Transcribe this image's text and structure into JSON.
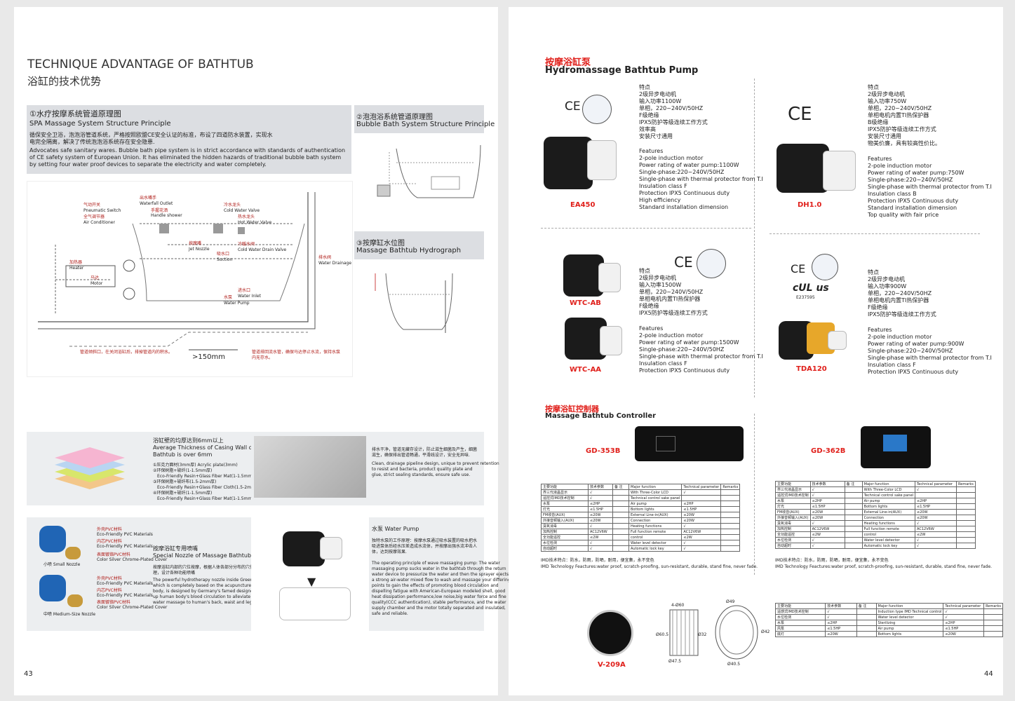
{
  "left": {
    "title_en": "TECHNIQUE ADVANTAGE OF BATHTUB",
    "title_cn": "浴缸的技术优势",
    "sec1_cn": "①水疗按摩系统管道原理图",
    "sec1_en": "SPA Massage System Structure Principle",
    "sec1_text_cn1": "循保安全卫浴，泡泡浴管道系统，严格按照欧盟CE安全认证的标准，布设了四道防水装置，实现水",
    "sec1_text_cn2": "电完全隔离，解决了传统泡泡浴系统存在安全隐患.",
    "sec1_text_en1": "Advocates safe sanitary wares. Bubble bath pipe system is in strict accordance with standards of authentication",
    "sec1_text_en2": "of CE safety system of European Union. It has eliminated the hidden hazards of traditional bubble bath system",
    "sec1_text_en3": "by setting four water proof devices to separate the electricity and water completely.",
    "sec2_cn": "②泡泡浴系统管道原理图",
    "sec2_en": "Bubble Bath System Structure Principle",
    "sec3_cn": "③按摩缸水位图",
    "sec3_en": "Massage Bathtub Hydrograph",
    "diag_labels": [
      "气动开关",
      "Pneumatic Switch",
      "出水嘴手",
      "Waterfall Outlet",
      "手握花洒",
      "Handle shower",
      "冷水龙头",
      "Cold Water Valve",
      "全气调节器",
      "Air Conditioner",
      "热水龙头",
      "Hot Water Valve",
      "冷暖水阀",
      "Cold Water Drain Valve",
      "排水阀",
      "Water Drainage",
      "吸水口",
      "Suction",
      "按摩嘴",
      "Jet Nozzle",
      "马达",
      "Motor",
      "加热器",
      "Heater",
      "进水口",
      "Water Inlet",
      "水泵",
      "Water Pump"
    ],
    "diag_dim": ">150mm",
    "diag_note_left": "管道倾斜口，在关闭浴缸后，排掉管道内的积水。",
    "diag_note_right": "管道排回流水管，确保马达停止水流，保持水泵内无存水。",
    "shell_cn": "浴缸壁的均厚达到6mm以上",
    "shell_en1": "Average Thickness of Casing Wall on Massage",
    "shell_en2": "Bathtub is over 6mm",
    "shell_layers": [
      "①压克力面材(3mm厚) Acrylic plate(3mm)",
      "②环保树脂+玻纤(1-1.5mm厚)",
      "Eco-Friendly Resin+Glass Fiber Mat(1-1.5mm)",
      "③环保树脂+玻纤布(1.5-2mm厚)",
      "Eco-Friendly Resin+Glass Fiber Cloth(1.5-2mm)",
      "④环保树脂+玻纤(1-1.5mm厚)",
      "Eco-Friendly Resin+Glass Fiber Mat(1-1.5mm)"
    ],
    "pipe_text": [
      "排水干净，管道无藏存设计，防止滋生细菌及产生，细菌滋生，确保排出管道畅通，平滑线设计，安全无异味.",
      "Clean, drainage pipeline design, unique to prevent retention",
      "to resist and bacteria, product quality plate and",
      "glue, strict sealing standards, ensure safe use."
    ],
    "nozzle_cn": "按摩浴缸专用喷嘴",
    "nozzle_en": "Special Nozzle of Massage Bathtub",
    "nozzle_text": [
      "按摩浴缸内部的穴位按摩，根据人体各部分分布的穴位原理，设计各种功能喷嘴",
      "The powerful hydrotherapy nozzle inside Green massage bathtub,",
      "which is completely based on the acupuncture points of human",
      "body, is designed by Germany's famed designer. It can speed",
      "up human body's blood circulation to alleviate fatigue by strong",
      "water massage to human's back, waist and legs."
    ],
    "nozzle_small_label": "小喷 Small Nozzle",
    "nozzle_med_label": "中喷 Medium-Size Nozzle",
    "nozzle_parts": [
      "外壳PVC材料",
      "Eco-Friendly PVC Materials",
      "内芯PVC材料",
      "Eco-Friendly PVC Materials",
      "表面镀铬PVC材料",
      "Color Silver Chrome-Plated Cover"
    ],
    "pump_title": "水泵 Water Pump",
    "pump_text": [
      "独特水泵的工作原理：按摩水泵通过吸水装置的吸水把水吸进泵体后经水压差造成水流体，并按摩出强水流冲击人体，达到按摩效果.",
      "The operating principle of wave massaging pump: The water",
      "massaging pump sucks water in the bathtub through the return",
      "water device to pressurize the water and then the sprayer ejects",
      "a strong air-water mixed flow to wash and massage your differing",
      "points to gain the effects of promoting blood circulation and",
      "dispelling fatigue with American-European modeled shell, good",
      "heat dissipation performance,low noise,big water force and fine",
      "quality(CCC authentication), stable performance, and the water",
      "supply chamber and the motor totally separated and insulated,",
      "safe and reliable."
    ],
    "page_no": "43"
  },
  "right": {
    "pump_cn": "按摩浴缸泵",
    "pump_en": "Hydromassage Bathtub Pump",
    "ea450_name": "EA450",
    "ea450_cn": [
      "特点",
      "2级异步电动机",
      "输入功率1100W",
      "单相，220~240V/50HZ",
      "F级绝缘",
      "IPX5防护等级连续工作方式",
      "效率高",
      "安装尺寸通用"
    ],
    "ea450_en": [
      "Features",
      "2-pole induction motor",
      "Power rating of water pump:1100W",
      "Single-phase:220~240V/50HZ",
      "Single-phase with thermal protector from T.I",
      "Insulation class F",
      "Protection IPX5 Continuous duty",
      "High efficiency",
      "Standard installation dimension"
    ],
    "dh10_name": "DH1.0",
    "dh10_cn": [
      "特点",
      "2级异步电动机",
      "输入功率750W",
      "单相，220~240V/50HZ",
      "单相电机内置TI热保护器",
      "B级绝缘",
      "IPX5防护等级连续工作方式",
      "安装尺寸通用",
      "物美价廉，具有较高性价比。"
    ],
    "dh10_en": [
      "Features",
      "2-pole induction motor",
      "Power rating of water pump:750W",
      "Single-phase:220~240V/50HZ",
      "Single-phase with thermal protector from T.I",
      "Insulation class B",
      "Protection IPX5 Continuous duty",
      "Standard installation dimension",
      "Top quality with fair price"
    ],
    "wtc_ab_name": "WTC-AB",
    "wtc_aa_name": "WTC-AA",
    "wtc_cn": [
      "特点",
      "2级异步电动机",
      "输入功率1500W",
      "单相，220~240V/50HZ",
      "单相电机内置TI热保护器",
      "F级绝缘",
      "IPX5防护等级连续工作方式"
    ],
    "wtc_en": [
      "Features",
      "2-pole induction motor",
      "Power rating of water pump:1500W",
      "Single-phase:220~240V/50HZ",
      "Single-phase with thermal protector from T.I",
      "Insulation class F",
      "Protection IPX5 Continuous duty"
    ],
    "tda120_name": "TDA120",
    "tda120_cn": [
      "特点",
      "2级异步电动机",
      "输入功率900W",
      "单相，220~240V/50HZ",
      "单相电机内置TI热保护器",
      "F级绝缘",
      "IPX5防护等级连续工作方式"
    ],
    "tda120_en": [
      "Features",
      "2-pole induction motor",
      "Power rating of water pump:900W",
      "Single-phase:220~240V/50HZ",
      "Single-phase with thermal protector from T.I",
      "Insulation class F",
      "Protection IPX5 Continuous duty"
    ],
    "ce_mark": "CE",
    "ul_cert": "E237595",
    "ctrl_cn": "按摩浴缸控制器",
    "ctrl_en": "Massage Bathtub Controller",
    "gd353b_name": "GD-353B",
    "gd362b_name": "GD-362B",
    "v209a_name": "V-209A",
    "ctrl_note_cn": "IMD技术特点：防水，防雨，防晒，耐用，便宜集，永不变色",
    "ctrl_note_en": "IMD Technology Feactures:water proof, scratch-proofing, sun-resistant, durable, stand fine, never fade.",
    "ctrl_table_header": [
      "主要功能",
      "技术参数",
      "备 注",
      "Major function",
      "Technical parameter",
      "Remarks"
    ],
    "ctrl_table_rows": [
      [
        "界三代液晶显示",
        "√",
        "",
        "With Three-Color LCD",
        "√",
        ""
      ],
      [
        "遥控式IMD技术控制",
        "√",
        "",
        "Technical control sake panel",
        "",
        ""
      ],
      [
        "水泵",
        "≤2HP",
        "",
        "Air pump",
        "≤2HP",
        ""
      ],
      [
        "灯光",
        "≤1.5HP",
        "",
        "Bottom lights",
        "≤1.5HP",
        ""
      ],
      [
        "FM收音(AUX)",
        "≤20W",
        "",
        "External Line-in(AUX)",
        "≤20W",
        ""
      ],
      [
        "外接音频输入(AUX)",
        "≤20W",
        "",
        "Connection",
        "≤20W",
        ""
      ],
      [
        "臭氧消毒",
        "√",
        "",
        "Heating functions",
        "√",
        ""
      ],
      [
        "加热控制",
        "AC12V6W",
        "",
        "Full function remote",
        "AC12V6W",
        ""
      ],
      [
        "全功能遥控",
        "≤2W",
        "",
        "control",
        "≤2W",
        ""
      ],
      [
        "水位检测",
        "√",
        "",
        "Water level detector",
        "√",
        ""
      ],
      [
        "自动超时",
        "√",
        "",
        "Automatic lock key",
        "√",
        ""
      ]
    ],
    "v209_header": [
      "主要功能",
      "技术参数",
      "备 注",
      "Major function",
      "Technical parameter",
      "Remarks"
    ],
    "v209_rows": [
      [
        "遥感式IMD技术控制",
        "√",
        "",
        "Induction type IMD Technical control",
        "√",
        ""
      ],
      [
        "水位检测",
        "√",
        "",
        "Water level detector",
        "√",
        ""
      ],
      [
        "水泵",
        "≤2HP",
        "",
        "Sterilizing",
        "≤2HP",
        ""
      ],
      [
        "风泵",
        "≤1.5HP",
        "",
        "Air pump",
        "≤1.5HP",
        ""
      ],
      [
        "底灯",
        "≤20W",
        "",
        "Bottom lights",
        "≤20W",
        ""
      ]
    ],
    "dims": [
      "Ø60.5",
      "Ø42",
      "Ø40.5",
      "Ø32",
      "Ø47.5",
      "4-Ø60",
      "Ø49"
    ],
    "page_no": "44"
  }
}
